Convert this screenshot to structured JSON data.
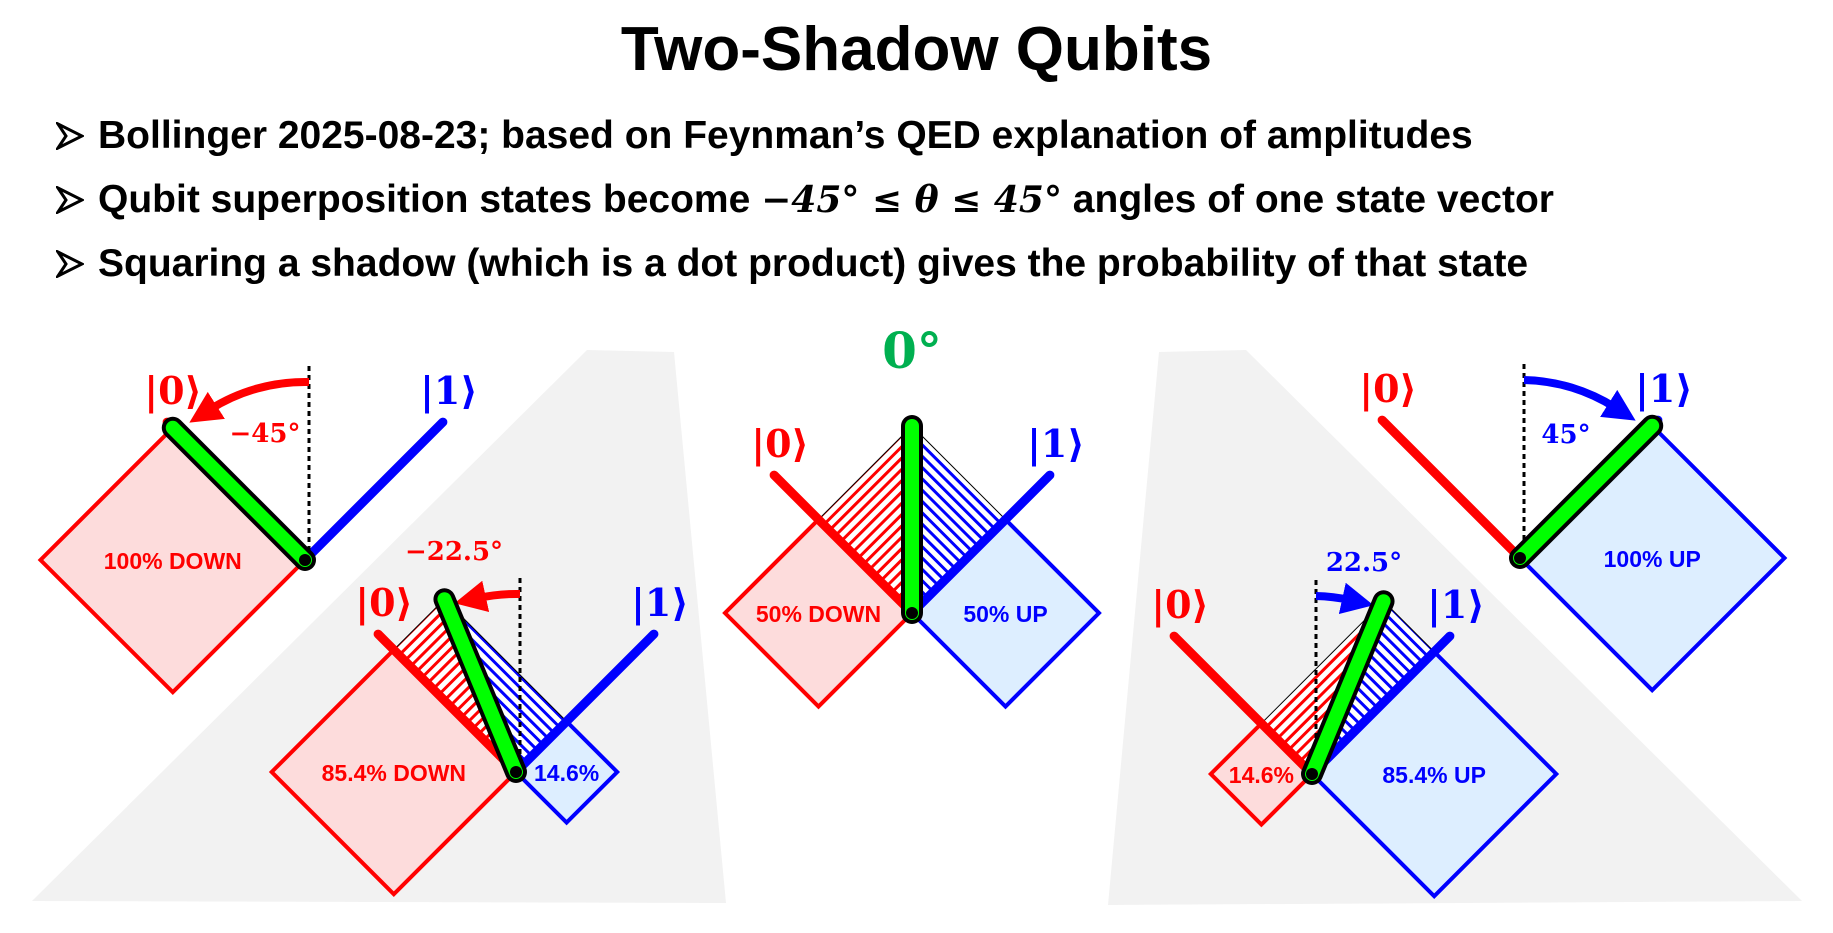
{
  "title": "Two-Shadow Qubits",
  "bullets": [
    {
      "text": "Bollinger 2025-08-23; based on Feynman’s QED explanation of amplitudes"
    },
    {
      "pre": "Qubit superposition states become ",
      "math": "−45° ≤ θ ≤ 45°",
      "post": " angles of one state vector"
    },
    {
      "text": "Squaring a shadow (which is a dot product) gives the probability of that state"
    }
  ],
  "colors": {
    "red": "#ff0000",
    "blue": "#0000ff",
    "green": "#00ff00",
    "zero_label": "#00b050",
    "red_fill": "#fddcdc",
    "blue_fill": "#ddeeff",
    "backdrop": "#f2f2f2"
  },
  "panels": [
    {
      "theta": -45,
      "angle_label": "−45°",
      "zero_ket": "|0⟩",
      "one_ket": "|1⟩",
      "red_percent": "100% DOWN",
      "blue_percent": "",
      "p_down": 1.0,
      "p_up": 0.0
    },
    {
      "theta": -22.5,
      "angle_label": "−22.5°",
      "zero_ket": "|0⟩",
      "one_ket": "|1⟩",
      "red_percent": "85.4% DOWN",
      "blue_percent": "14.6%",
      "p_down": 0.854,
      "p_up": 0.146
    },
    {
      "theta": 0,
      "angle_label": "0°",
      "zero_ket": "|0⟩",
      "one_ket": "|1⟩",
      "red_percent": "50% DOWN",
      "blue_percent": "50% UP",
      "p_down": 0.5,
      "p_up": 0.5
    },
    {
      "theta": 22.5,
      "angle_label": "22.5°",
      "zero_ket": "|0⟩",
      "one_ket": "|1⟩",
      "red_percent": "14.6%",
      "blue_percent": "85.4% UP",
      "p_down": 0.146,
      "p_up": 0.854
    },
    {
      "theta": 45,
      "angle_label": "45°",
      "zero_ket": "|0⟩",
      "one_ket": "|1⟩",
      "red_percent": "",
      "blue_percent": "100% UP",
      "p_down": 0.0,
      "p_up": 1.0
    }
  ]
}
